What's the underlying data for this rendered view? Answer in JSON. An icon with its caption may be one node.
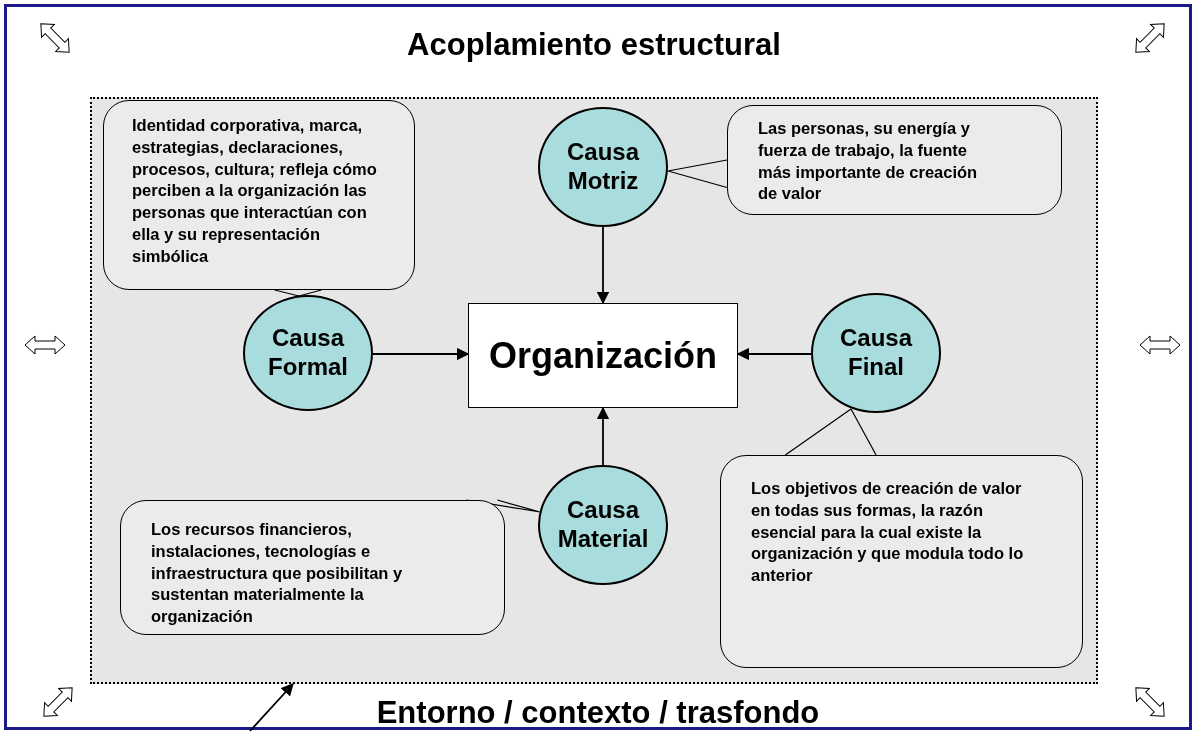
{
  "diagram": {
    "nodes": [
      {
        "text": [
          "Acoplamiento estructural"
        ]
      },
      {
        "text": [
          "Identidad corporativa, marca, estrategias, declaraciones, procesos, cultura; refleja cómo perciben a la organización las personas que interactúan con ella y su representación simbólica"
        ],
        "in": 0
      },
      {
        "text": [
          "Causa Motriz"
        ],
        "in": 0
      },
      {
        "text": [
          "Las personas, su energía y fuerza de trabajo, la fuente más importante de creación de valor"
        ],
        "in": 0
      },
      {
        "text": [
          "Causa Formal"
        ],
        "in": 0
      },
      {
        "text": [
          "Organización"
        ],
        "in": 0
      },
      {
        "text": [
          "Causa Final"
        ],
        "in": 0
      },
      {
        "text": [
          "Los recursos financieros, instalaciones, tecnologías e infraestructura que posibilitan y sustentan materialmente la organización"
        ],
        "in": 0
      },
      {
        "text": [
          "Causa Material"
        ],
        "in": 0
      },
      {
        "text": [
          "Los objetivos de creación de valor en todas sus formas, la razón esencial para la cual existe la organización y que modula todo lo anterior"
        ],
        "in": 0
      }
    ],
    "edges": [
      {
        "from": 2,
        "to": 5,
        "arrow": "to"
      },
      {
        "from": 4,
        "to": 5,
        "arrow": "to"
      },
      {
        "from": 6,
        "to": 5,
        "arrow": "to"
      },
      {
        "from": 8,
        "to": 5,
        "arrow": "to"
      },
      {
        "from": 1,
        "to": 4,
        "arrow": "none"
      },
      {
        "from": 3,
        "to": 2,
        "arrow": "none"
      },
      {
        "from": 7,
        "to": 8,
        "arrow": "none"
      },
      {
        "from": 9,
        "to": 6,
        "arrow": "none"
      },
      {
        "from": null,
        "to": 0,
        "arrow": "to"
      }
    ],
    "labels": [
      "Entorno / contexto / trasfondo"
    ]
  }
}
